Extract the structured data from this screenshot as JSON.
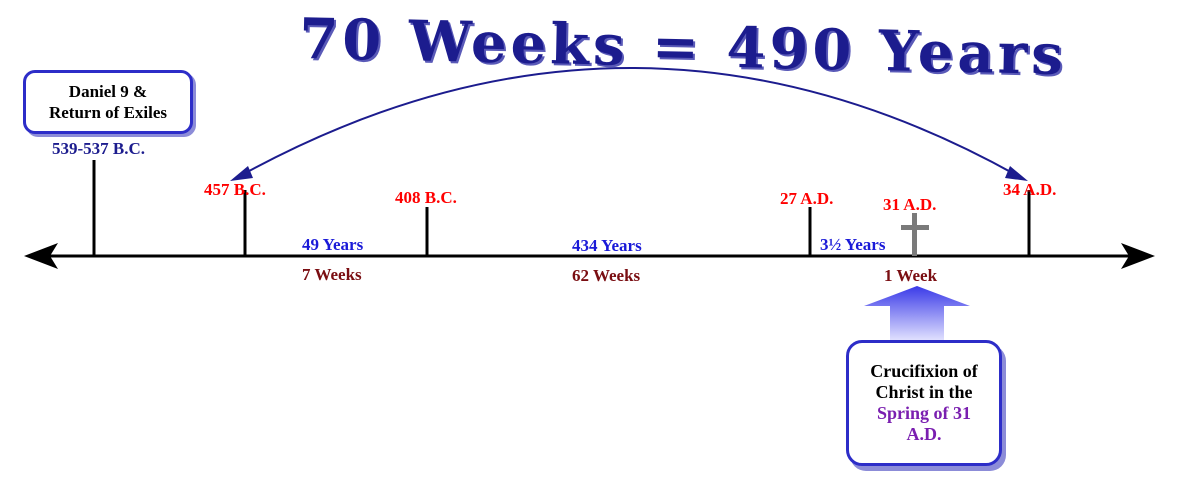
{
  "title": "70 Weeks = 490 Years",
  "start_box": {
    "line1": "Daniel 9 &",
    "line2": "Return of Exiles",
    "date": "539-537 B.C."
  },
  "dates": {
    "d457": "457 B.C.",
    "d408": "408 B.C.",
    "d27": "27 A.D.",
    "d31": "31 A.D.",
    "d34": "34 A.D."
  },
  "segments": {
    "seg1_years": "49 Years",
    "seg1_weeks": "7 Weeks",
    "seg2_years": "434 Years",
    "seg2_weeks": "62 Weeks",
    "seg3_years": "3½ Years",
    "seg3_weeks": "1 Week"
  },
  "crucifixion_box": {
    "line1": "Crucifixion of",
    "line2": "Christ in the",
    "line3": "Spring of 31",
    "line4": "A.D."
  },
  "colors": {
    "title": "#1c1c8e",
    "date_red": "#ff0000",
    "years_blue": "#1a1ad8",
    "weeks_maroon": "#7a0e12",
    "box_border": "#2d2dc8",
    "spring_purple": "#7a1fb0"
  }
}
